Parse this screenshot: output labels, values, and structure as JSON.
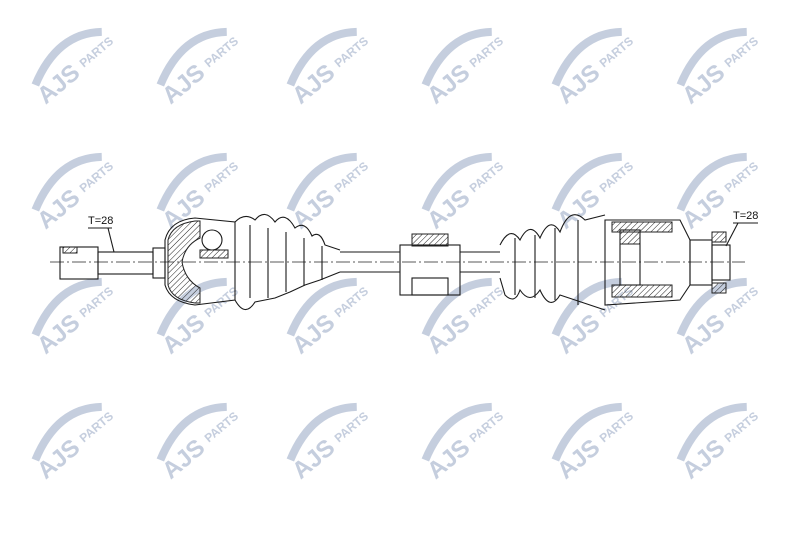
{
  "watermark": {
    "brand": "AJS",
    "sub": "PARTS",
    "color": "#c5cede"
  },
  "labels": {
    "left_spline": "T=28",
    "right_spline": "T=28"
  }
}
